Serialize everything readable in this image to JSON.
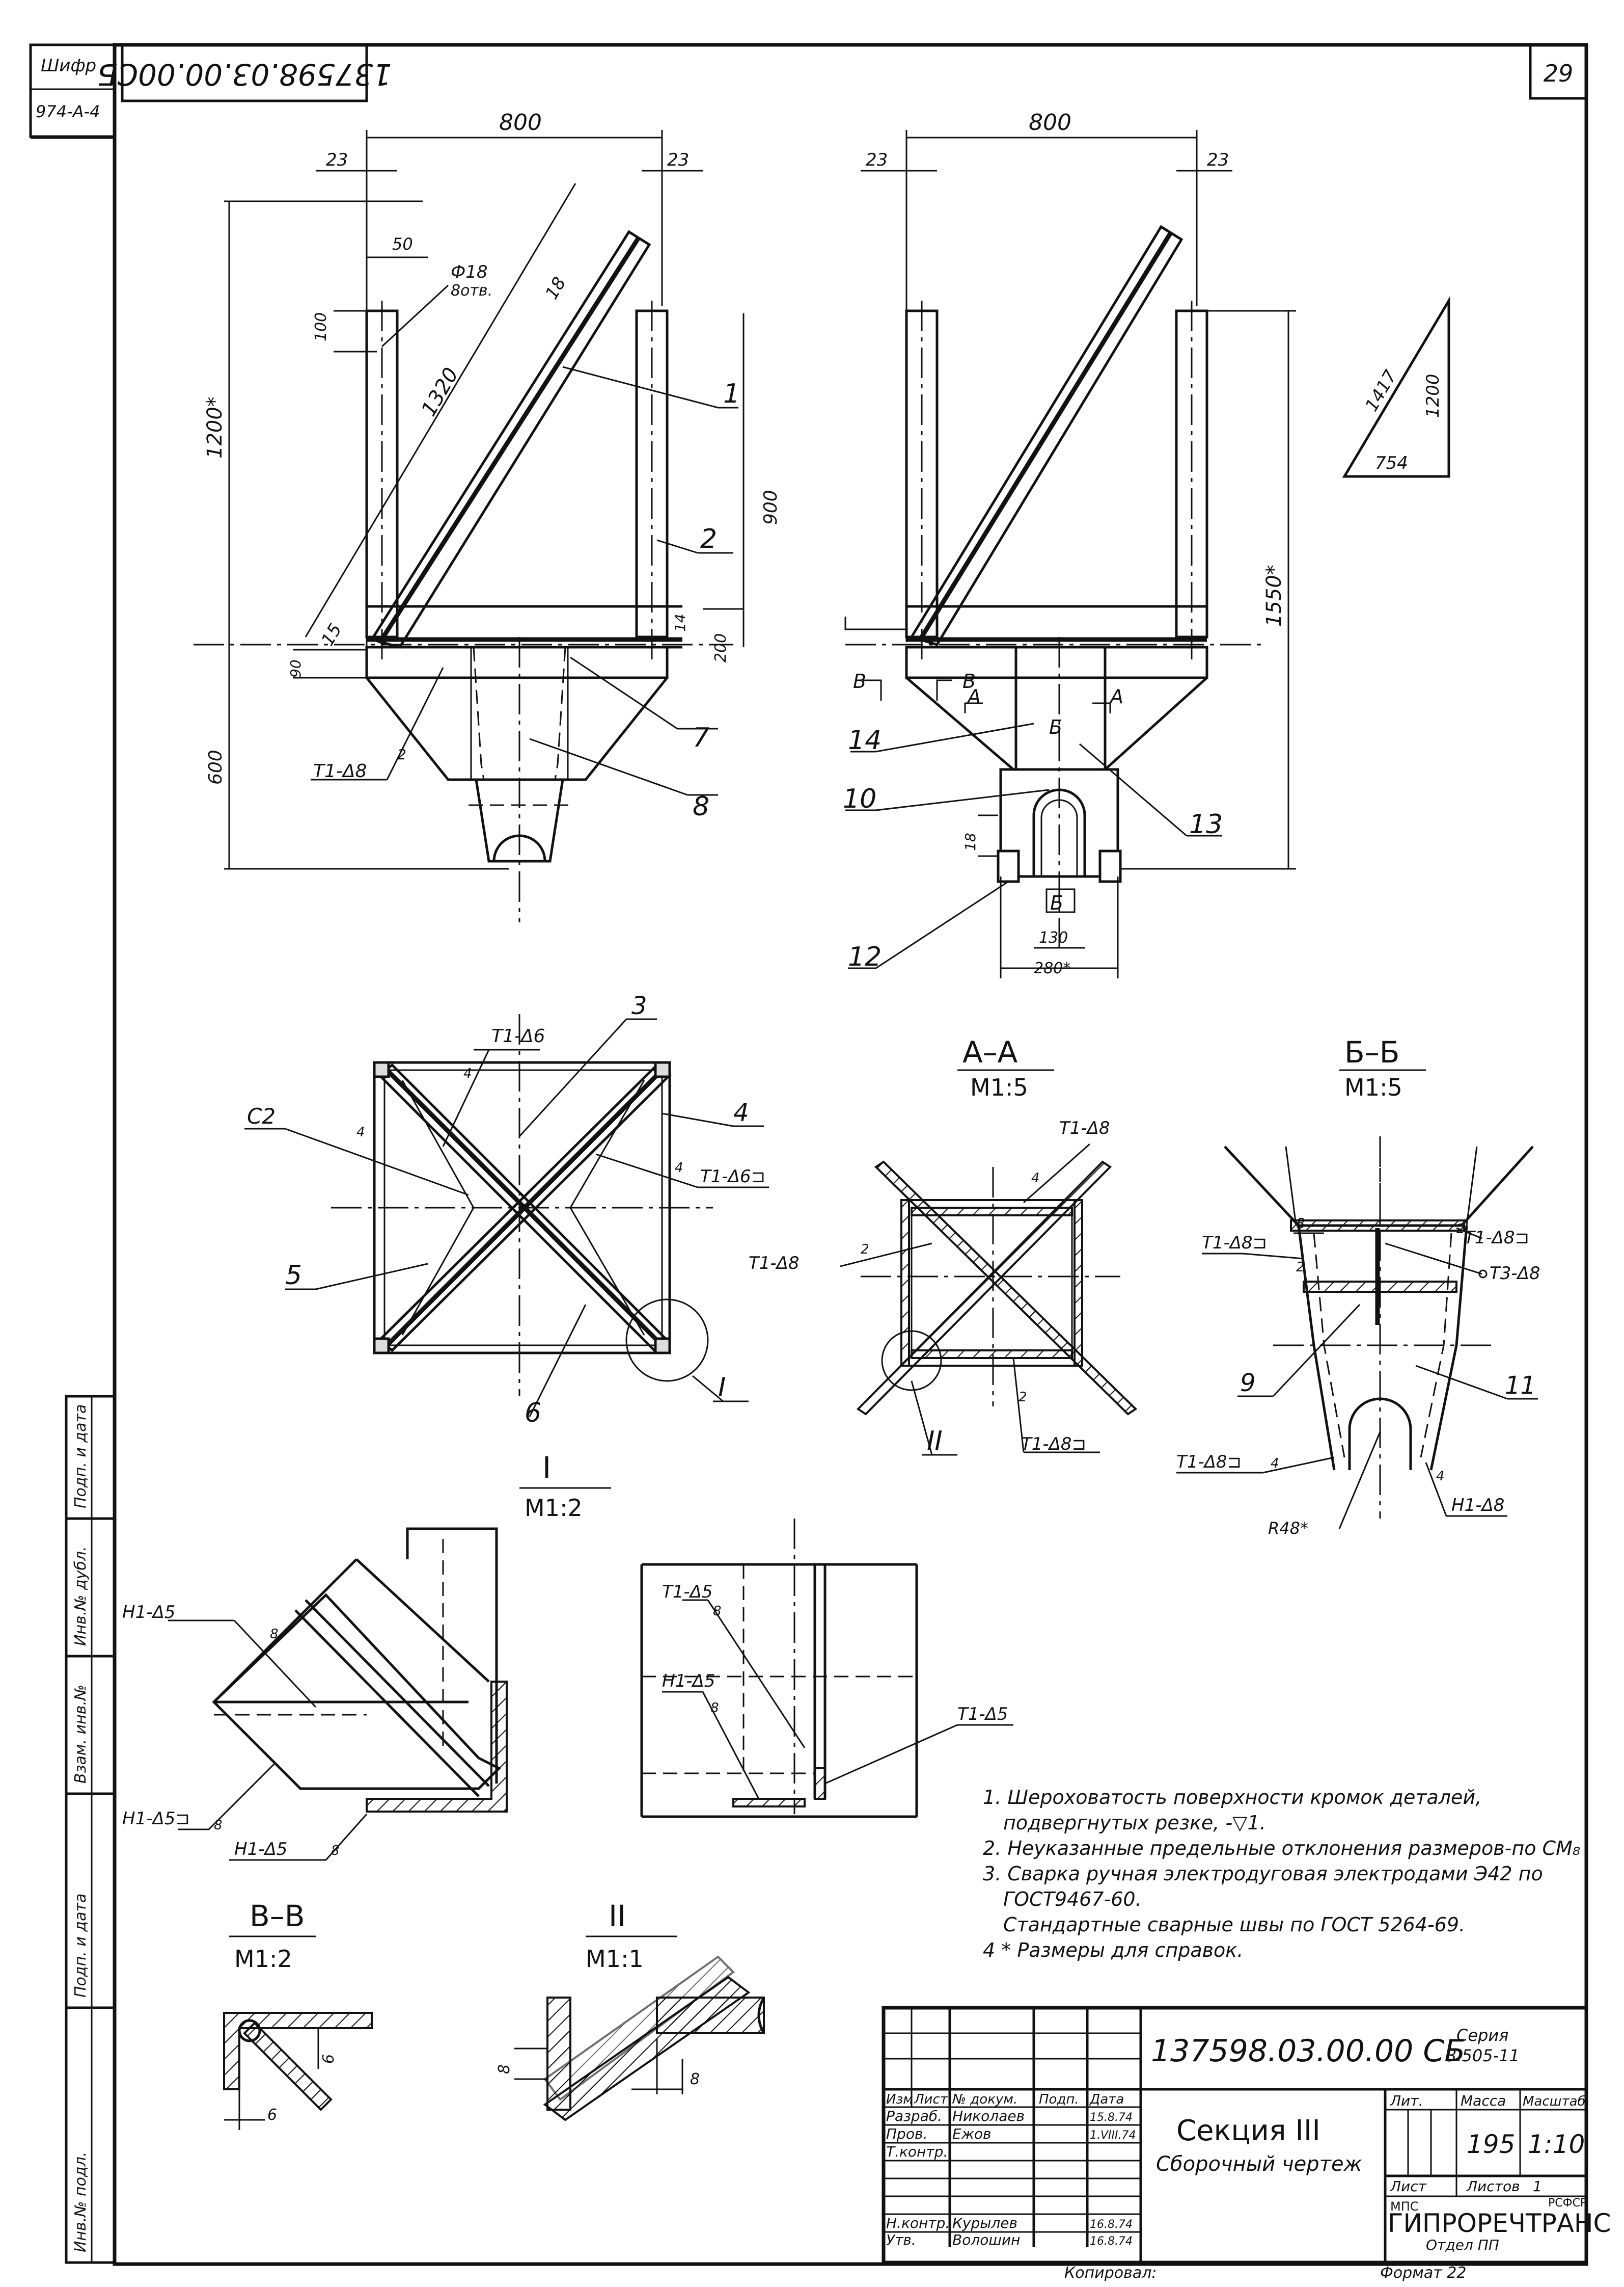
{
  "sheet": {
    "page_number": "29",
    "cipher_label": "Шифр",
    "cipher_value": "974-А-4",
    "doc_number_rotated": "137598.03.00.00СБ"
  },
  "views": {
    "front": {
      "dims": [
        "800",
        "23",
        "23",
        "50",
        "Ф18",
        "8отв.",
        "100",
        "1200*",
        "1320",
        "18",
        "900",
        "15",
        "200",
        "14",
        "90",
        "600"
      ],
      "part_labels": [
        "1",
        "2",
        "7",
        "8"
      ],
      "weld": "Т1-Δ8",
      "weld_small": "2"
    },
    "side": {
      "dims": [
        "800",
        "23",
        "23",
        "1550*",
        "18",
        "130",
        "280*"
      ],
      "part_labels": [
        "14",
        "10",
        "13",
        "12"
      ],
      "section_marks": [
        "В",
        "В",
        "А",
        "А",
        "Б",
        "Б"
      ]
    },
    "triangle": {
      "dims": [
        "1417",
        "1200",
        "754"
      ]
    },
    "plan": {
      "welds": [
        "Т1-Δ6",
        "Т1-Δ6⊐"
      ],
      "labels": [
        "С2",
        "3",
        "4",
        "5",
        "6",
        "I"
      ],
      "small": [
        "4",
        "4",
        "4"
      ]
    },
    "section_aa": {
      "title": "А–А",
      "scale": "М1:5",
      "welds": [
        "Т1-Δ8",
        "Т1-Δ8",
        "Т1-Δ8⊐"
      ],
      "labels": [
        "II"
      ],
      "small": [
        "4",
        "2",
        "2"
      ]
    },
    "section_bb": {
      "title": "Б–Б",
      "scale": "М1:5",
      "welds": [
        "Т1-Δ8⊐",
        "Т3-Δ8",
        "Т1-Δ8⊐",
        "Т1-Δ8⊐",
        "Н1-Δ8"
      ],
      "labels": [
        "9",
        "11"
      ],
      "dims": [
        "8",
        "R48*"
      ],
      "small": [
        "2",
        "2",
        "4",
        "4"
      ]
    },
    "detail_1": {
      "title": "I",
      "scale": "М1:2",
      "welds": [
        "Н1-Δ5",
        "Н1-Δ5⊐",
        "Н1-Δ5",
        "Т1-Δ5",
        "Н1-Δ5",
        "Т1-Δ5"
      ],
      "small": [
        "8",
        "8",
        "8",
        "8",
        "8"
      ]
    },
    "section_vv": {
      "title": "В–В",
      "scale": "М1:2",
      "dims": [
        "6",
        "6"
      ]
    },
    "detail_2": {
      "title": "II",
      "scale": "М1:1",
      "dims": [
        "8",
        "8"
      ]
    }
  },
  "notes": [
    "1. Шероховатость поверхности кромок деталей,",
    "подвергнутых резке, -▽1.",
    "2. Неуказанные предельные отклонения размеров-по СМ₈",
    "3. Сварка ручная электродуговая электродами Э42 по",
    "ГОСТ9467-60.",
    "Стандартные сварные швы по ГОСТ 5264-69.",
    "4 * Размеры для справок."
  ],
  "title_block": {
    "doc_number": "137598.03.00.00 СБ",
    "series_label": "Серия",
    "series_value": "3.505-11",
    "name": "Секция III",
    "subtitle": "Сборочный чертеж",
    "col_headers": [
      "Изм",
      "Лист",
      "№ докум.",
      "Подп.",
      "Дата"
    ],
    "roles": [
      {
        "role": "Разраб.",
        "name": "Николаев",
        "date": "15.8.74"
      },
      {
        "role": "Пров.",
        "name": "Ежов",
        "date": "1.VIII.74"
      },
      {
        "role": "Т.контр.",
        "name": "",
        "date": ""
      },
      {
        "role": "Н.контр.",
        "name": "Курылев",
        "date": "16.8.74"
      },
      {
        "role": "Утв.",
        "name": "Волошин",
        "date": "16.8.74"
      }
    ],
    "lit_label": "Лит.",
    "mass_label": "Масса",
    "scale_label": "Масштаб",
    "mass_value": "195",
    "scale_value": "1:10",
    "sheet_label": "Лист",
    "sheets_label": "Листов",
    "sheets_value": "1",
    "org_top_left": "МПС",
    "org_top_right": "РСФСР",
    "org_name": "ГИПРОРЕЧТРАНС",
    "dept": "Отдел ПП",
    "copied": "Копировал:",
    "format": "Формат 22"
  },
  "left_strip": [
    "Подп. и дата",
    "Инв.№ дубл.",
    "Взам. инв.№",
    "Подп. и дата",
    "Инв.№ подл."
  ]
}
